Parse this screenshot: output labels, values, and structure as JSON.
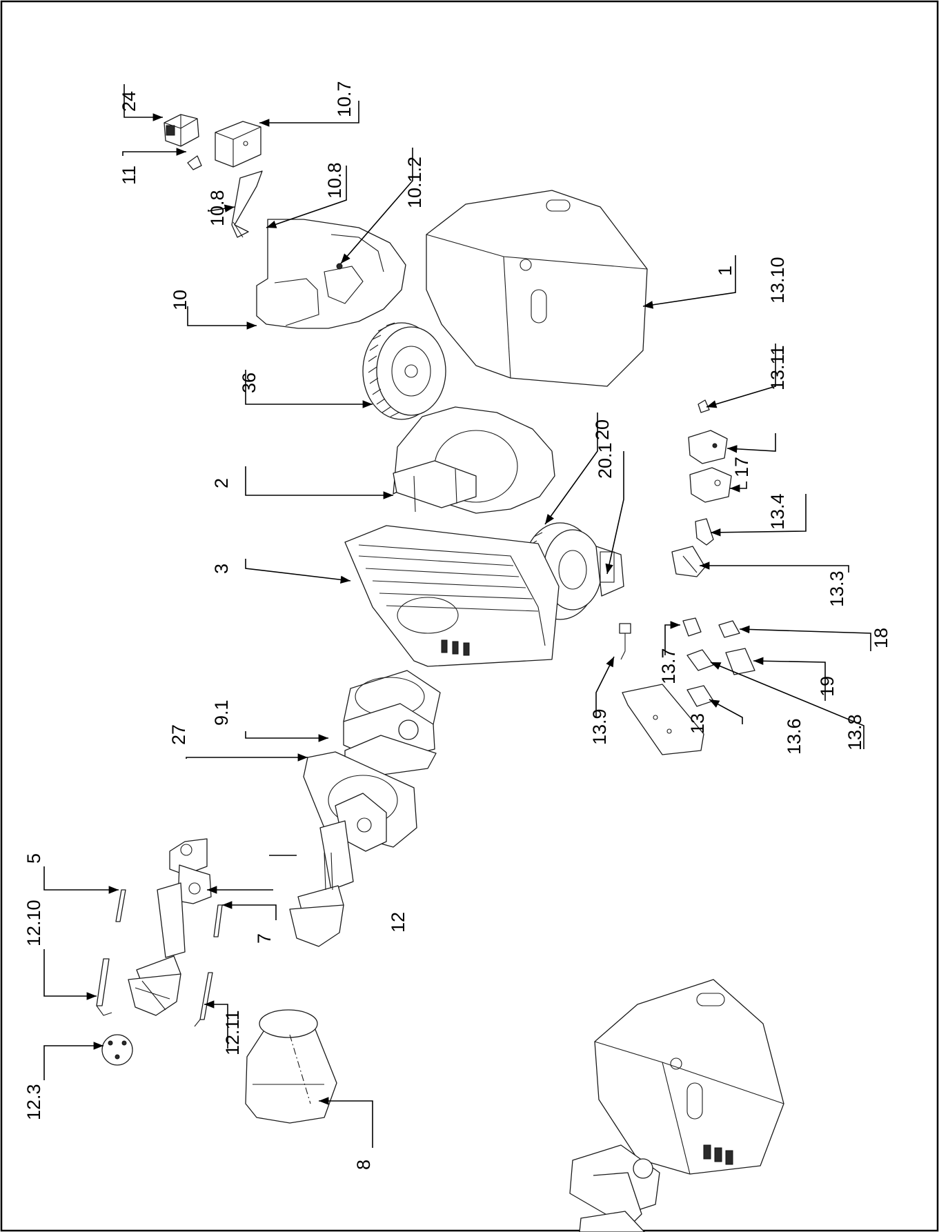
{
  "labels": {
    "p24": "24",
    "p10_7": "10.7",
    "p11": "11",
    "p10_8a": "10.8",
    "p10_8b": "10.8",
    "p10_1_2": "10.1.2",
    "p10": "10",
    "p1": "1",
    "p13_10": "13.10",
    "p13_11": "13.11",
    "p36": "36",
    "p2": "2",
    "p20": "20",
    "p20_1": "20.1",
    "p17": "17",
    "p13_4": "13.4",
    "p13_3": "13.3",
    "p3": "3",
    "p18": "18",
    "p13_7": "13.7",
    "p19": "19",
    "p9_1": "9.1",
    "p13_9": "13.9",
    "p13": "13",
    "p13_6": "13.6",
    "p13_8": "13.8",
    "p27": "27",
    "p5": "5",
    "p7": "7",
    "p12": "12",
    "p12_10": "12.10",
    "p12_11": "12.11",
    "p12_3": "12.3",
    "p8": "8"
  },
  "colors": {
    "line": "#000000",
    "background": "#ffffff"
  }
}
